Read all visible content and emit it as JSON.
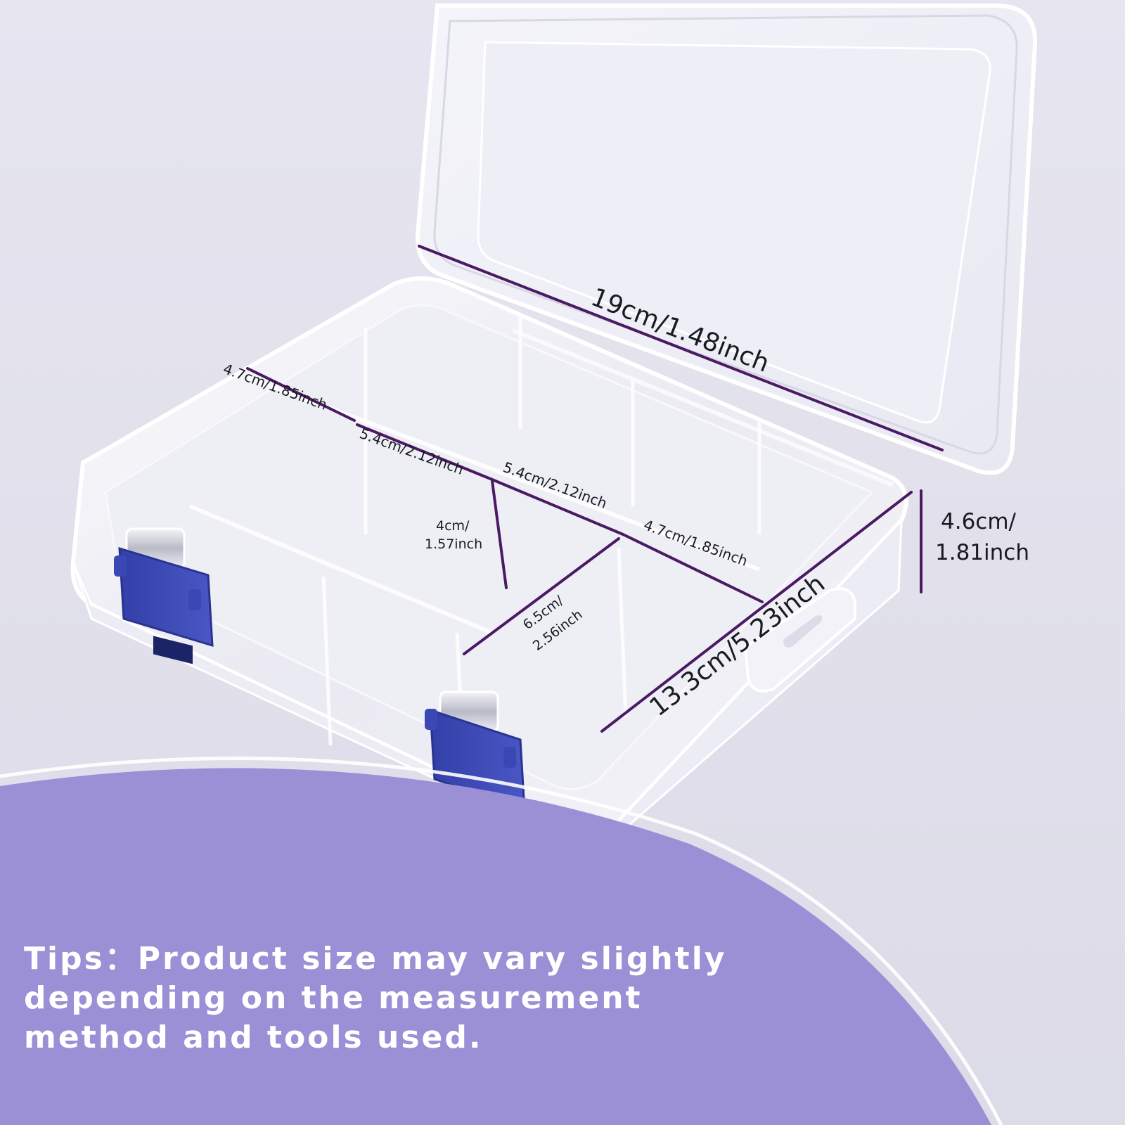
{
  "product": "clear plastic compartment organizer box with blue latches",
  "colors": {
    "background": "#e4e3ee",
    "purple_panel": "#9b8fd6",
    "dimension_line": "#4a1a63",
    "latch_blue": "#3f4bb5",
    "tips_text": "#ffffff"
  },
  "dimensions": {
    "length": "19cm/1.48inch",
    "width": "13.3cm/5.23inch",
    "height_cm": "4.6cm/",
    "height_inch": "1.81inch",
    "compartment_a": "4.7cm/1.85inch",
    "compartment_b": "5.4cm/2.12inch",
    "compartment_c": "5.4cm/2.12inch",
    "compartment_d": "4.7cm/1.85inch",
    "compartment_depth_cm": "4cm/",
    "compartment_depth_inch": "1.57inch",
    "compartment_long_cm": "6.5cm/",
    "compartment_long_inch": "2.56inch"
  },
  "tips": "Tips：Product size may vary slightly\ndepending on the measurement\nmethod and tools used."
}
